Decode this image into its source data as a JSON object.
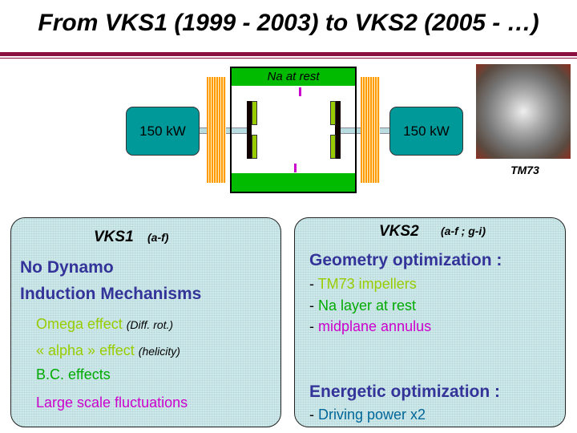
{
  "title": "From VKS1 (1999 - 2003) to VKS2 (2005 - …)",
  "diagram": {
    "motor_left": "150 kW",
    "motor_right": "150 kW",
    "top_layer": "Na at rest",
    "photo_caption": "TM73"
  },
  "vks1": {
    "heading": "VKS1",
    "refs": "(a-f)",
    "line1": "No Dynamo",
    "line2": "Induction Mechanisms",
    "items": [
      {
        "text": "Omega effect",
        "note": "(Diff. rot.)"
      },
      {
        "text": "« alpha » effect",
        "note": "(helicity)"
      },
      {
        "text": "B.C. effects"
      },
      {
        "text": "Large scale fluctuations"
      }
    ]
  },
  "vks2": {
    "heading": "VKS2",
    "refs": "(a-f ; g-i)",
    "geometry": "Geometry optimization :",
    "dash": "- ",
    "geo_items": [
      "TM73 impellers",
      "Na layer at rest",
      "midplane annulus"
    ],
    "energetic": "Energetic optimization :",
    "energy_items": [
      "Driving power x2"
    ]
  },
  "colors": {
    "navy": "#333399",
    "olive": "#99cc00",
    "green": "#00aa00",
    "magenta": "#cc00cc",
    "teal": "#006699"
  }
}
